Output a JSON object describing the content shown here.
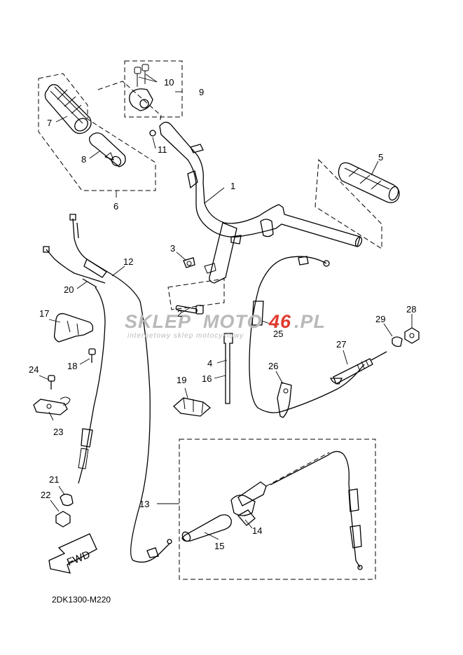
{
  "diagram": {
    "callouts": [
      {
        "id": "c1",
        "text": "1"
      },
      {
        "id": "c2",
        "text": "2"
      },
      {
        "id": "c3",
        "text": "3"
      },
      {
        "id": "c4",
        "text": "4"
      },
      {
        "id": "c5",
        "text": "5"
      },
      {
        "id": "c6",
        "text": "6"
      },
      {
        "id": "c7",
        "text": "7"
      },
      {
        "id": "c8",
        "text": "8"
      },
      {
        "id": "c9",
        "text": "9"
      },
      {
        "id": "c10",
        "text": "10"
      },
      {
        "id": "c11",
        "text": "11"
      },
      {
        "id": "c12",
        "text": "12"
      },
      {
        "id": "c13",
        "text": "13"
      },
      {
        "id": "c14",
        "text": "14"
      },
      {
        "id": "c15",
        "text": "15"
      },
      {
        "id": "c16",
        "text": "16"
      },
      {
        "id": "c17",
        "text": "17"
      },
      {
        "id": "c18",
        "text": "18"
      },
      {
        "id": "c19",
        "text": "19"
      },
      {
        "id": "c20",
        "text": "20"
      },
      {
        "id": "c21",
        "text": "21"
      },
      {
        "id": "c22",
        "text": "22"
      },
      {
        "id": "c23",
        "text": "23"
      },
      {
        "id": "c24",
        "text": "24"
      },
      {
        "id": "c25",
        "text": "25"
      },
      {
        "id": "c26",
        "text": "26"
      },
      {
        "id": "c27",
        "text": "27"
      },
      {
        "id": "c28",
        "text": "28"
      },
      {
        "id": "c29",
        "text": "29"
      }
    ],
    "fwd_label": "FWD",
    "diagram_code": "2DK1300-M220"
  },
  "watermark": {
    "brand_a": "SKLEP",
    "brand_b": "MOTO",
    "brand_c": "46",
    "brand_d": ".PL",
    "tagline": "internetowy sklep motocyklowy"
  }
}
